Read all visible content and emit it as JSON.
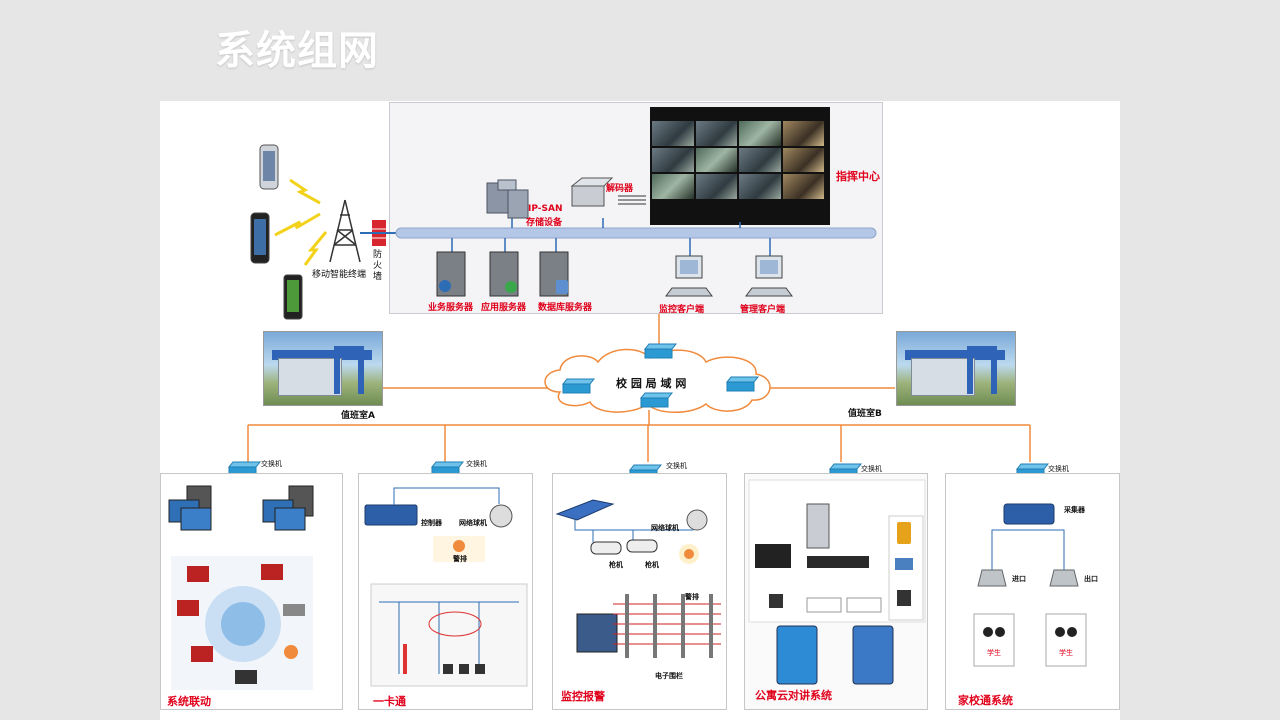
{
  "page": {
    "title": "系统组网"
  },
  "top": {
    "mobile_terminal": "移动智能终端",
    "firewall": "防火墙",
    "ipsan_line1": "IP-SAN",
    "ipsan_line2": "存储设备",
    "decoder": "解码器",
    "command_center": "指挥中心",
    "servers": [
      "业务服务器",
      "应用服务器",
      "数据库服务器"
    ],
    "clients": [
      "监控客户端",
      "管理客户端"
    ]
  },
  "lan": {
    "label": "校 园 局 域 网"
  },
  "duty_rooms": [
    "值班室A",
    "值班室B"
  ],
  "switch_label": "交换机",
  "panels": [
    {
      "title": "系统联动"
    },
    {
      "title": "一卡通",
      "labels": {
        "controller": "控制器",
        "dome": "网络球机",
        "alarm": "警排"
      }
    },
    {
      "title": "监控报警",
      "labels": {
        "dome": "网络球机",
        "gun1": "枪机",
        "gun2": "枪机",
        "alarm": "警排",
        "fence": "电子围栏"
      }
    },
    {
      "title": "公寓云对讲系统"
    },
    {
      "title": "家校通系统",
      "labels": {
        "collector": "采集器",
        "entry": "进口",
        "exit": "出口",
        "student1": "学生",
        "student2": "学生"
      }
    }
  ],
  "colors": {
    "accent_red": "#e0001b",
    "link_orange": "#f08a3c",
    "link_blue": "#2d6db5",
    "bus": "#b4c7e7"
  }
}
